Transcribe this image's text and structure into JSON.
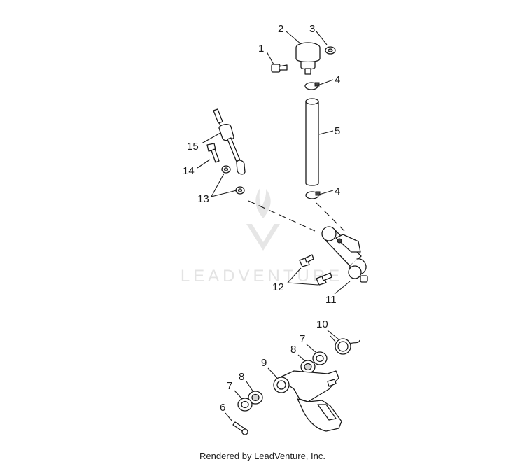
{
  "watermark": {
    "text": "LEADVENTURE"
  },
  "credit": "Rendered by LeadVenture, Inc.",
  "callouts": {
    "c1": "1",
    "c2": "2",
    "c3": "3",
    "c4a": "4",
    "c4b": "4",
    "c5": "5",
    "c6": "6",
    "c7a": "7",
    "c7b": "7",
    "c8a": "8",
    "c8b": "8",
    "c9": "9",
    "c10": "10",
    "c11": "11",
    "c12": "12",
    "c13": "13",
    "c14": "14",
    "c15": "15"
  }
}
